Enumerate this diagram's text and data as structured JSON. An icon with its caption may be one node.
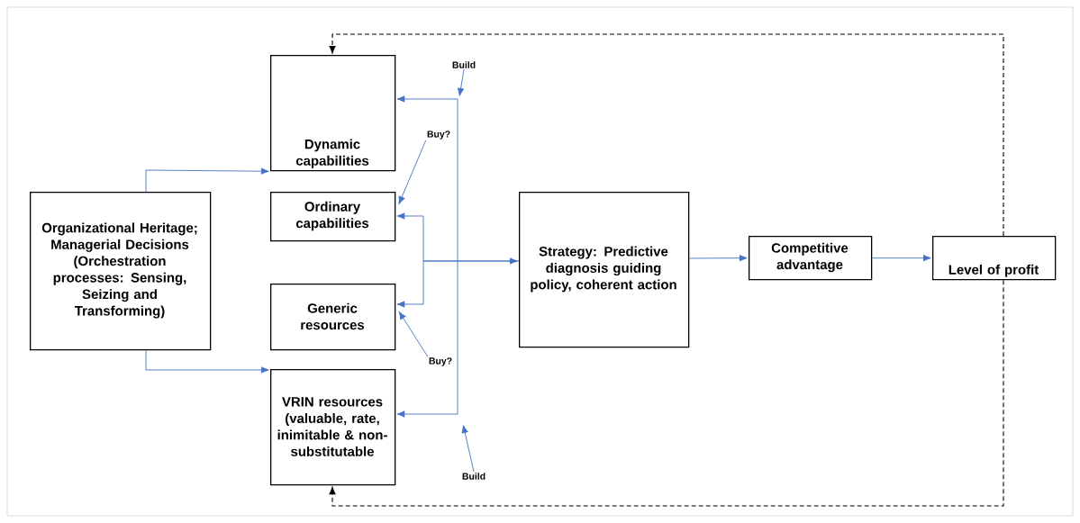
{
  "diagram": {
    "nodes": [
      {
        "text": [
          "Organizational Heritage; Managerial Decisions (Orchestration processes: Sensing, Seizing and Transforming)"
        ]
      },
      {
        "text": [
          "Dynamic capabilities"
        ]
      },
      {
        "text": [
          "Ordinary capabilities"
        ]
      },
      {
        "text": [
          "Generic resources"
        ]
      },
      {
        "text": [
          "VRIN resources (valuable, rate, inimitable & non-substitutable"
        ]
      },
      {
        "text": [
          "Strategy: Predictive diagnosis guiding policy, coherent action"
        ]
      },
      {
        "text": [
          "Competitive advantage"
        ]
      },
      {
        "text": [
          "Level of profit"
        ]
      },
      {
        "text": [
          "Build"
        ]
      },
      {
        "text": [
          "Buy?"
        ]
      },
      {
        "text": [
          "Buy?"
        ]
      },
      {
        "text": [
          "Build"
        ]
      }
    ],
    "edges": [
      {
        "from": 0,
        "to": 1,
        "arrow": "to"
      },
      {
        "from": 0,
        "to": 4,
        "arrow": "to"
      },
      {
        "from": 1,
        "to": 4,
        "arrow": "both"
      },
      {
        "from": 5,
        "to": 2,
        "arrow": "both"
      },
      {
        "from": 5,
        "to": 3,
        "arrow": "to"
      },
      {
        "from": 5,
        "to": 6,
        "arrow": "to"
      },
      {
        "from": 6,
        "to": 7,
        "arrow": "to"
      },
      {
        "from": 7,
        "to": 1,
        "arrow": "to",
        "style": "dashed",
        "color": "#000000"
      },
      {
        "from": 7,
        "to": 4,
        "arrow": "to",
        "style": "dashed",
        "color": "#000000"
      },
      {
        "from": 8,
        "to": null,
        "arrow": "to"
      },
      {
        "from": 9,
        "to": 2,
        "arrow": "to"
      },
      {
        "from": 10,
        "to": 3,
        "arrow": "to"
      },
      {
        "from": 11,
        "to": null,
        "arrow": "to"
      }
    ]
  }
}
